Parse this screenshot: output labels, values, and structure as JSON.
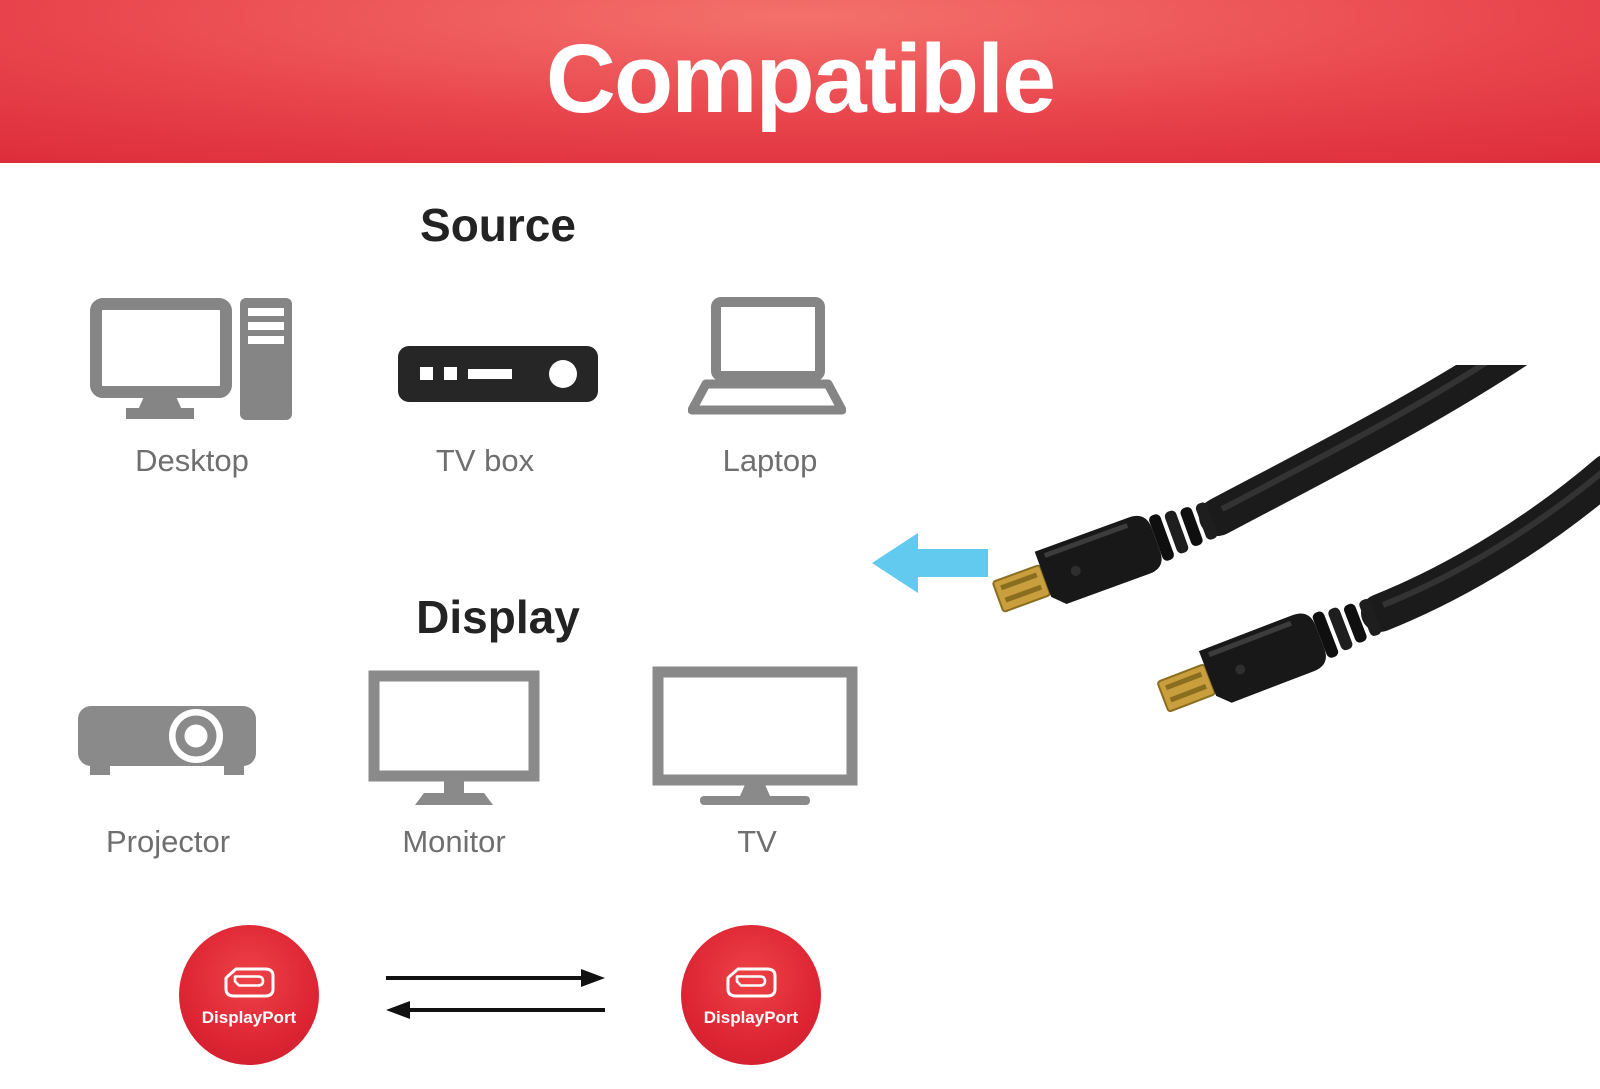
{
  "banner": {
    "title": "Compatible"
  },
  "source": {
    "heading": "Source",
    "items": [
      {
        "label": "Desktop",
        "icon": "desktop-icon"
      },
      {
        "label": "TV box",
        "icon": "tvbox-icon"
      },
      {
        "label": "Laptop",
        "icon": "laptop-icon"
      }
    ]
  },
  "display": {
    "heading": "Display",
    "items": [
      {
        "label": "Projector",
        "icon": "projector-icon"
      },
      {
        "label": "Monitor",
        "icon": "monitor-icon"
      },
      {
        "label": "TV",
        "icon": "tv-icon"
      }
    ]
  },
  "footer": {
    "left_label": "DisplayPort",
    "right_label": "DisplayPort"
  },
  "graphics": {
    "cable": "displayport-cable-photo",
    "direction_arrow": "left-arrow-blue"
  },
  "colors": {
    "banner_red": "#dd2936",
    "badge_red": "#dd2433",
    "arrow_blue": "#62c9ef",
    "icon_gray": "#858585",
    "label_gray": "#6f6f6f",
    "tvbox_black": "#262626",
    "cable_black": "#1b1b1b",
    "connector_gold": "#c89f3c"
  }
}
